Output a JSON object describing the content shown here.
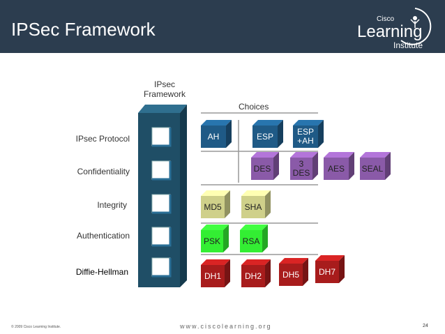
{
  "header": {
    "title": "IPSec Framework",
    "logo": {
      "cisco": "Cisco",
      "learning": "Learning",
      "institute": "Institute"
    }
  },
  "diagram": {
    "framework_label_1": "IPsec",
    "framework_label_2": "Framework",
    "choices_label": "Choices",
    "rows": {
      "protocol": "IPsec Protocol",
      "confidentiality": "Confidentiality",
      "integrity": "Integrity",
      "authentication": "Authentication",
      "dh": "Diffie-Hellman"
    },
    "protocol_choices": [
      "AH",
      "ESP",
      "ESP",
      "+AH"
    ],
    "confidentiality_choices": [
      "DES",
      "3",
      "DES",
      "AES",
      "SEAL"
    ],
    "integrity_choices": [
      "MD5",
      "SHA"
    ],
    "authentication_choices": [
      "PSK",
      "RSA"
    ],
    "dh_choices": [
      "DH1",
      "DH2",
      "DH5",
      "DH7"
    ],
    "colors": {
      "protocol": "#1f5a86",
      "confidentiality": "#8a5aa8",
      "integrity": "#cfd08a",
      "authentication": "#33ee33",
      "dh": "#a81c1c",
      "framework": "#1f4e66"
    }
  },
  "footer": {
    "copyright": "© 2009 Cisco Learning Institute.",
    "url": "www.ciscolearning.org",
    "page": "24"
  }
}
